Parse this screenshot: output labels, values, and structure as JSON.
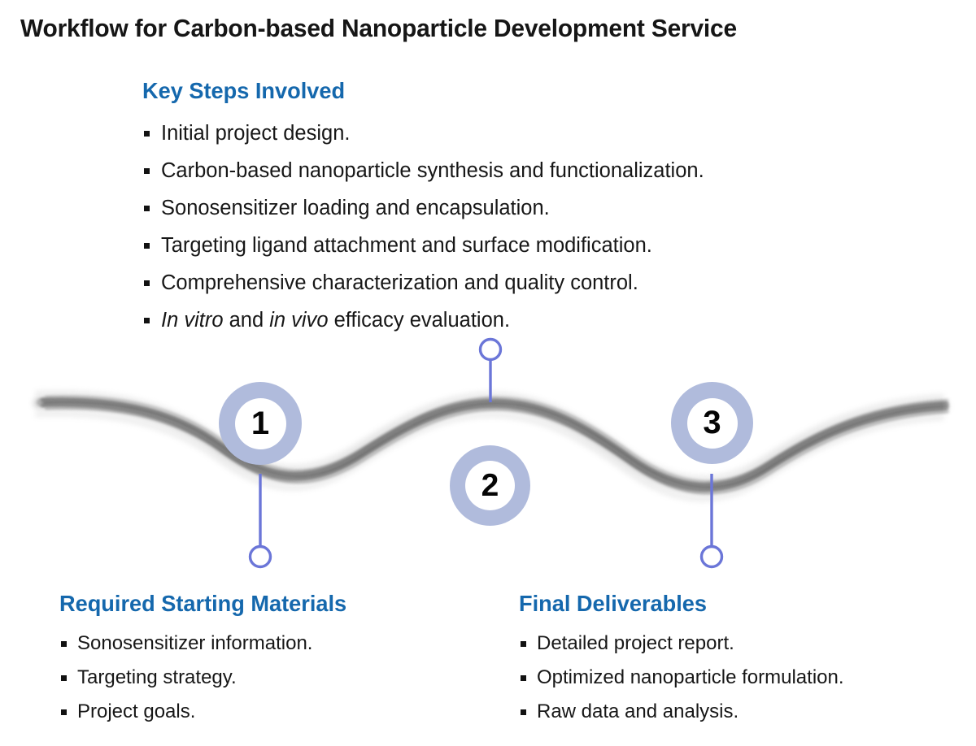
{
  "title": "Workflow for Carbon-based Nanoparticle Development Service",
  "colors": {
    "heading_blue": "#1568ad",
    "title_black": "#161616",
    "circle_ring": "#b0bbdc",
    "connector_blue": "#6b76d8",
    "wave_gray": "#8a8a8a",
    "background": "#ffffff"
  },
  "key_steps": {
    "heading": "Key Steps Involved",
    "items": [
      {
        "text": "Initial project design."
      },
      {
        "text": "Carbon-based nanoparticle synthesis and functionalization."
      },
      {
        "text": "Sonosensitizer loading and encapsulation."
      },
      {
        "text": "Targeting ligand attachment and surface modification."
      },
      {
        "text": "Comprehensive characterization and quality control."
      },
      {
        "html": "<em>In vitro</em> and <em>in vivo</em> efficacy evaluation."
      }
    ]
  },
  "required_materials": {
    "heading": "Required Starting Materials",
    "items": [
      {
        "text": "Sonosensitizer information."
      },
      {
        "text": "Targeting strategy."
      },
      {
        "text": "Project goals."
      }
    ]
  },
  "final_deliverables": {
    "heading": "Final Deliverables",
    "items": [
      {
        "text": "Detailed project report."
      },
      {
        "text": "Optimized nanoparticle formulation."
      },
      {
        "text": "Raw data and analysis."
      }
    ]
  },
  "steps": [
    {
      "number": "1",
      "label": "step-marker-1"
    },
    {
      "number": "2",
      "label": "step-marker-2"
    },
    {
      "number": "3",
      "label": "step-marker-3"
    }
  ],
  "connectors": [
    {
      "id": "connector-step-1",
      "direction": "down",
      "links_to": "Required Starting Materials"
    },
    {
      "id": "connector-step-2",
      "direction": "up",
      "links_to": "Key Steps Involved"
    },
    {
      "id": "connector-step-3",
      "direction": "down",
      "links_to": "Final Deliverables"
    }
  ]
}
